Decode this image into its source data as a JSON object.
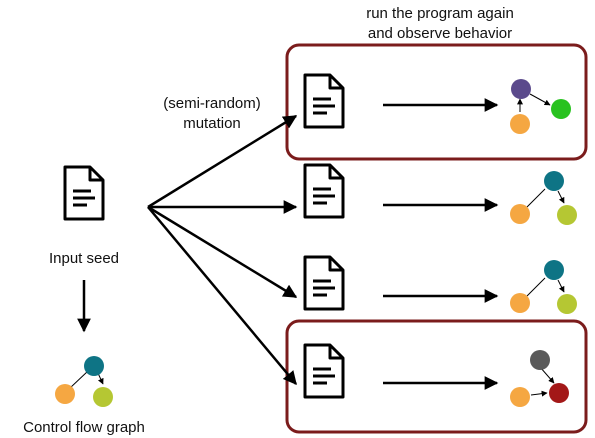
{
  "labels": {
    "top_note_line1": "run the program again",
    "top_note_line2": "and observe behavior",
    "mutation_line1": "(semi-random)",
    "mutation_line2": "mutation",
    "input_seed": "Input seed",
    "cfg": "Control flow graph"
  },
  "icons": {
    "document": "document-icon",
    "graph": "control-flow-graph-icon"
  },
  "colors": {
    "highlight_border": "#7b1c1c",
    "orange": "#f5a742",
    "teal": "#0e7485",
    "yellow_green": "#b5c733",
    "purple": "#5b4a8c",
    "green": "#28c21f",
    "gray": "#5a5a5a",
    "red": "#a31818"
  },
  "graphs": {
    "seed": [
      "orange",
      "teal",
      "yellow_green"
    ],
    "mutant1": [
      "orange",
      "purple",
      "green"
    ],
    "mutant2": [
      "orange",
      "teal",
      "yellow_green"
    ],
    "mutant3": [
      "orange",
      "teal",
      "yellow_green"
    ],
    "mutant4": [
      "orange",
      "gray",
      "red"
    ]
  }
}
